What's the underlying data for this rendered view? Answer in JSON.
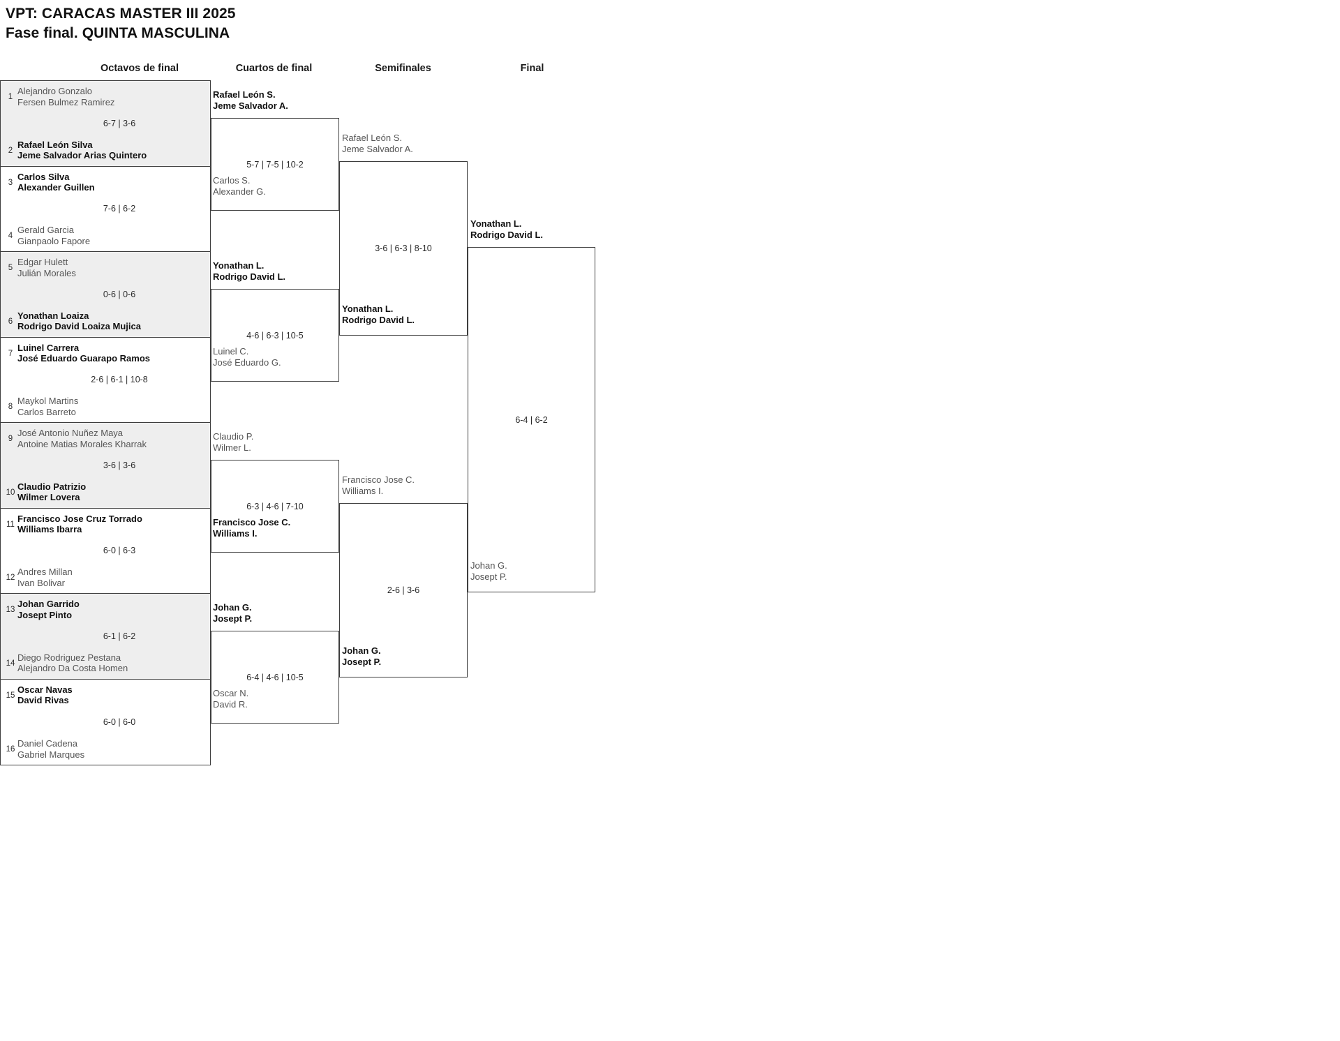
{
  "title": {
    "line1": "VPT: CARACAS MASTER III 2025",
    "line2": "Fase final. QUINTA MASCULINA"
  },
  "rounds": [
    {
      "name": "Octavos de final"
    },
    {
      "name": "Cuartos de final"
    },
    {
      "name": "Semifinales"
    },
    {
      "name": "Final"
    }
  ],
  "round1": {
    "matches": [
      {
        "score": "6-7 | 3-6",
        "top": {
          "seed": "1",
          "p1": "Alejandro Gonzalo",
          "p2": "Fersen Bulmez Ramirez",
          "winner": false
        },
        "bottom": {
          "seed": "2",
          "p1": "Rafael León Silva",
          "p2": "Jeme Salvador Arias Quintero",
          "winner": true
        }
      },
      {
        "score": "7-6 | 6-2",
        "top": {
          "seed": "3",
          "p1": "Carlos Silva",
          "p2": "Alexander Guillen",
          "winner": true
        },
        "bottom": {
          "seed": "4",
          "p1": "Gerald Garcia",
          "p2": "Gianpaolo Fapore",
          "winner": false
        }
      },
      {
        "score": "0-6 | 0-6",
        "top": {
          "seed": "5",
          "p1": "Edgar Hulett",
          "p2": "Julián Morales",
          "winner": false
        },
        "bottom": {
          "seed": "6",
          "p1": "Yonathan Loaiza",
          "p2": "Rodrigo David Loaiza Mujica",
          "winner": true
        }
      },
      {
        "score": "2-6 | 6-1 | 10-8",
        "top": {
          "seed": "7",
          "p1": "Luinel Carrera",
          "p2": "José Eduardo Guarapo Ramos",
          "winner": true
        },
        "bottom": {
          "seed": "8",
          "p1": "Maykol Martins",
          "p2": "Carlos Barreto",
          "winner": false
        }
      },
      {
        "score": "3-6 | 3-6",
        "top": {
          "seed": "9",
          "p1": "José Antonio Nuñez Maya",
          "p2": "Antoine Matias Morales Kharrak",
          "winner": false
        },
        "bottom": {
          "seed": "10",
          "p1": "Claudio Patrizio",
          "p2": "Wilmer Lovera",
          "winner": true
        }
      },
      {
        "score": "6-0 | 6-3",
        "top": {
          "seed": "11",
          "p1": "Francisco Jose Cruz Torrado",
          "p2": "Williams Ibarra",
          "winner": true
        },
        "bottom": {
          "seed": "12",
          "p1": "Andres Millan",
          "p2": "Ivan Bolivar",
          "winner": false
        }
      },
      {
        "score": "6-1 | 6-2",
        "top": {
          "seed": "13",
          "p1": "Johan Garrido",
          "p2": "Josept Pinto",
          "winner": true
        },
        "bottom": {
          "seed": "14",
          "p1": "Diego Rodriguez Pestana",
          "p2": "Alejandro Da Costa Homen",
          "winner": false
        }
      },
      {
        "score": "6-0 | 6-0",
        "top": {
          "seed": "15",
          "p1": "Oscar Navas",
          "p2": "David Rivas",
          "winner": true
        },
        "bottom": {
          "seed": "16",
          "p1": "Daniel Cadena",
          "p2": "Gabriel Marques",
          "winner": false
        }
      }
    ]
  },
  "round2": {
    "matches": [
      {
        "score": "5-7 | 7-5 | 10-2",
        "top": {
          "p1": "Rafael León S.",
          "p2": "Jeme Salvador A.",
          "winner": true
        },
        "bottom": {
          "p1": "Carlos S.",
          "p2": "Alexander G.",
          "winner": false
        }
      },
      {
        "score": "4-6 | 6-3 | 10-5",
        "top": {
          "p1": "Yonathan L.",
          "p2": "Rodrigo David L.",
          "winner": true
        },
        "bottom": {
          "p1": "Luinel C.",
          "p2": "José Eduardo G.",
          "winner": false
        }
      },
      {
        "score": "6-3 | 4-6 | 7-10",
        "top": {
          "p1": "Claudio P.",
          "p2": "Wilmer L.",
          "winner": false
        },
        "bottom": {
          "p1": "Francisco Jose C.",
          "p2": "Williams I.",
          "winner": true
        }
      },
      {
        "score": "6-4 | 4-6 | 10-5",
        "top": {
          "p1": "Johan G.",
          "p2": "Josept P.",
          "winner": true
        },
        "bottom": {
          "p1": "Oscar N.",
          "p2": "David R.",
          "winner": false
        }
      }
    ]
  },
  "round3": {
    "matches": [
      {
        "score": "3-6 | 6-3 | 8-10",
        "top": {
          "p1": "Rafael León S.",
          "p2": "Jeme Salvador A.",
          "winner": false
        },
        "bottom": {
          "p1": "Yonathan L.",
          "p2": "Rodrigo David L.",
          "winner": true
        }
      },
      {
        "score": "2-6 | 3-6",
        "top": {
          "p1": "Francisco Jose C.",
          "p2": "Williams I.",
          "winner": false
        },
        "bottom": {
          "p1": "Johan G.",
          "p2": "Josept P.",
          "winner": true
        }
      }
    ]
  },
  "round4": {
    "matches": [
      {
        "score": "6-4 | 6-2",
        "top": {
          "p1": "Yonathan L.",
          "p2": "Rodrigo David L.",
          "winner": true
        },
        "bottom": {
          "p1": "Johan G.",
          "p2": "Josept P.",
          "winner": false
        }
      }
    ]
  }
}
